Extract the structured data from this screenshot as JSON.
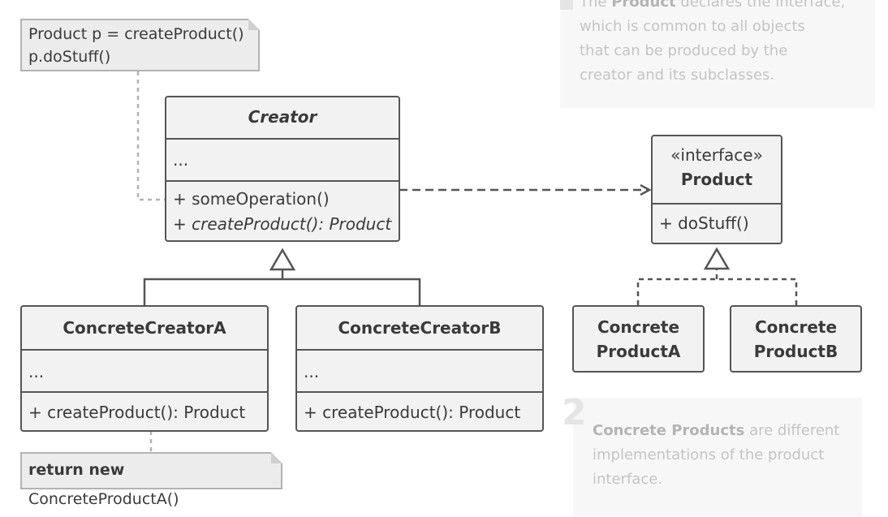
{
  "notes": {
    "client_code_line1": "Product p = createProduct()",
    "client_code_line2": "p.doStuff()",
    "concrete_a_keyword": "return new",
    "concrete_a_rest": " ConcreteProductA()"
  },
  "creator": {
    "name": "Creator",
    "fields": "...",
    "method1": "+ someOperation()",
    "method2": "+ createProduct(): Product"
  },
  "concrete_creator_a": {
    "name": "ConcreteCreatorA",
    "fields": "...",
    "method": "+ createProduct(): Product"
  },
  "concrete_creator_b": {
    "name": "ConcreteCreatorB",
    "fields": "...",
    "method": "+ createProduct(): Product"
  },
  "product": {
    "stereotype": "«interface»",
    "name": "Product",
    "method": "+ doStuff()"
  },
  "concrete_product_a": {
    "line1": "Concrete",
    "line2": "ProductA"
  },
  "concrete_product_b": {
    "line1": "Concrete",
    "line2": "ProductB"
  },
  "hint1": {
    "top_partial_before": "The ",
    "top_partial_bold": "Product",
    "top_partial_after": " declares the interface,",
    "line2": "which is common to all objects",
    "line3": "that can be produced by the",
    "line4": "creator and its subclasses."
  },
  "hint2": {
    "number": "2",
    "bold": "Concrete Products",
    "line1_rest": " are different",
    "line2": "implementations of the product",
    "line3": "interface."
  },
  "colors": {
    "box_fill": "#f2f2f2",
    "box_border": "#555555",
    "note_fill": "#ececec",
    "hint_text": "#c4c4c4"
  }
}
